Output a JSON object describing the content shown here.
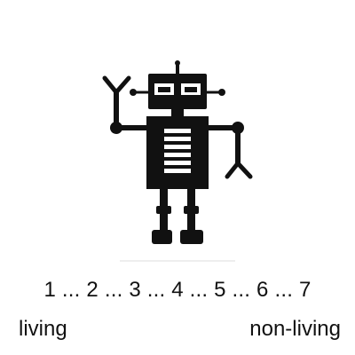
{
  "figure": {
    "icon": "robot-icon"
  },
  "scale": {
    "points": [
      "1",
      "2",
      "3",
      "4",
      "5",
      "6",
      "7"
    ],
    "separator": " ... ",
    "left_label": "living",
    "right_label": "non-living"
  },
  "colors": {
    "ink": "#111111",
    "background": "#ffffff"
  }
}
